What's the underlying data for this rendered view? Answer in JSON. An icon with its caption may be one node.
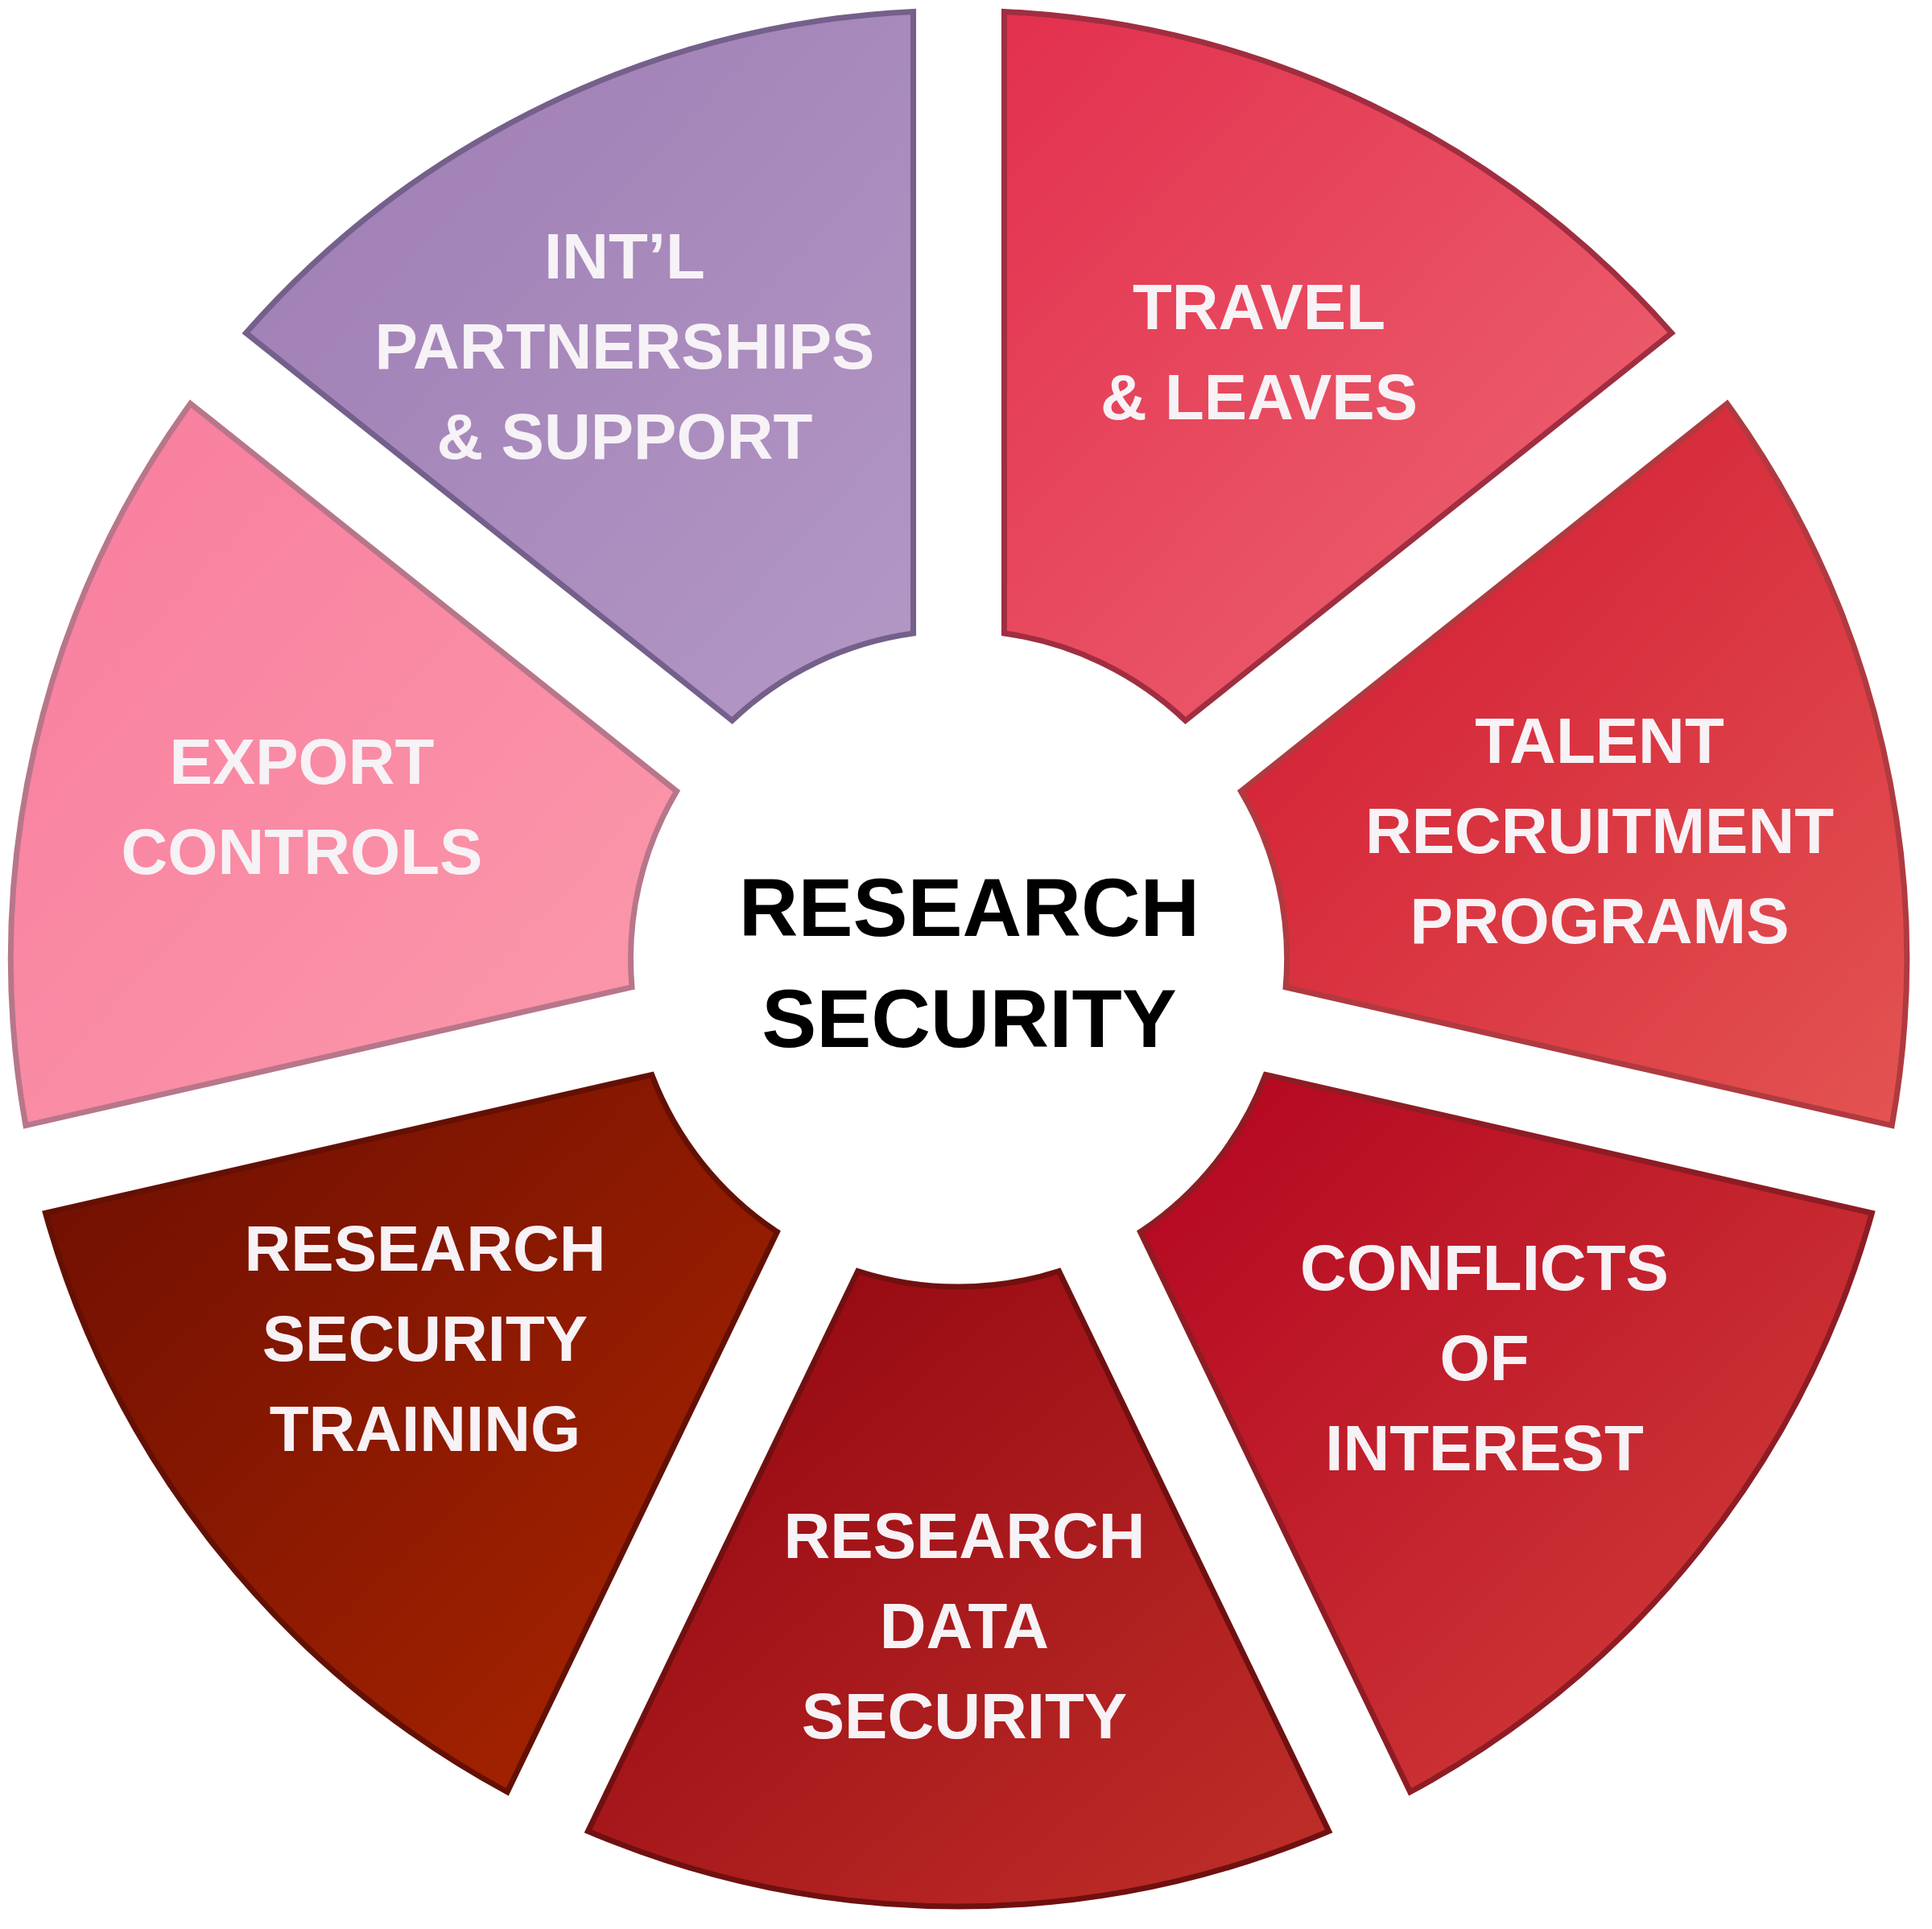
{
  "diagram": {
    "title": "RESEARCH SECURITY",
    "nodes": [
      {
        "text": [
          "INT’L PARTNERSHIPS & SUPPORT"
        ]
      },
      {
        "text": [
          "TRAVEL & LEAVES"
        ]
      },
      {
        "text": [
          "EXPORT CONTROLS"
        ]
      },
      {
        "text": [
          "TALENT RECRUITMENT PROGRAMS"
        ]
      },
      {
        "text": [
          "RESEARCH SECURITY TRAINING"
        ]
      },
      {
        "text": [
          "CONFLICTS OF INTEREST"
        ]
      },
      {
        "text": [
          "RESEARCH DATA SECURITY"
        ]
      }
    ]
  }
}
